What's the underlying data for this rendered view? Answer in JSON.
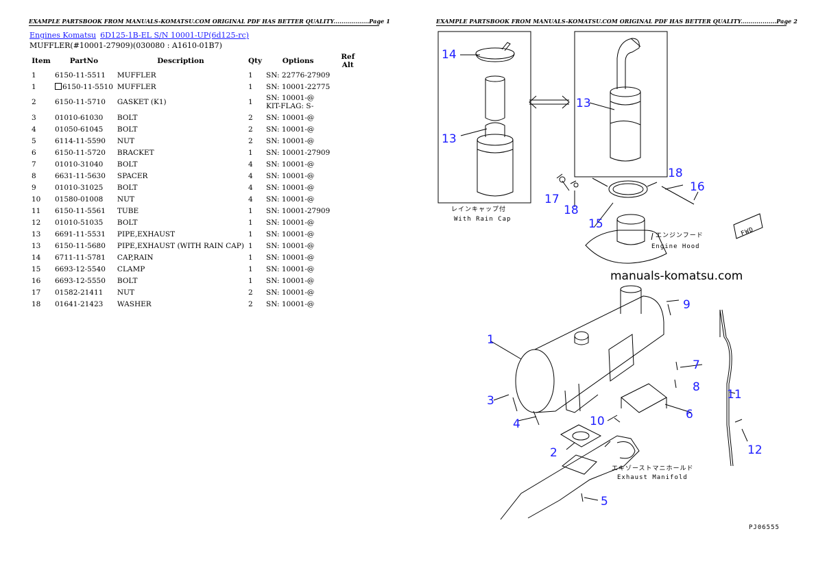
{
  "header_left": "EXAMPLE PARTSBOOK FROM MANUALS-KOMATSU.COM ORIGINAL PDF HAS BETTER QUALITY..................Page 1",
  "header_right": "EXAMPLE PARTSBOOK FROM MANUALS-KOMATSU.COM ORIGINAL PDF HAS BETTER QUALITY..................Page 2",
  "breadcrumb": {
    "link1": "Engines Komatsu",
    "link2": "6D125-1B-EL S/N 10001-UP(6d125-rc)"
  },
  "subtitle": "MUFFLER(#10001-27909)(030080 : A1610-01B7)",
  "table": {
    "headers": {
      "item": "Item",
      "partno": "PartNo",
      "description": "Description",
      "qty": "Qty",
      "options": "Options",
      "refalt": "Ref Alt"
    },
    "rows": [
      {
        "item": "1",
        "partno": "6150-11-5511",
        "description": "MUFFLER",
        "qty": "1",
        "options": "SN: 22776-27909",
        "options2": ""
      },
      {
        "item": "1",
        "partno": "6150-11-5510",
        "description": "MUFFLER",
        "qty": "1",
        "options": "SN: 10001-22775",
        "options2": ""
      },
      {
        "item": "2",
        "partno": "6150-11-5710",
        "description": "GASKET (K1)",
        "qty": "1",
        "options": "SN: 10001-@",
        "options2": "KIT-FLAG: S-"
      },
      {
        "item": "3",
        "partno": "01010-61030",
        "description": "BOLT",
        "qty": "2",
        "options": "SN: 10001-@",
        "options2": ""
      },
      {
        "item": "4",
        "partno": "01050-61045",
        "description": "BOLT",
        "qty": "2",
        "options": "SN: 10001-@",
        "options2": ""
      },
      {
        "item": "5",
        "partno": "6114-11-5590",
        "description": "NUT",
        "qty": "2",
        "options": "SN: 10001-@",
        "options2": ""
      },
      {
        "item": "6",
        "partno": "6150-11-5720",
        "description": "BRACKET",
        "qty": "1",
        "options": "SN: 10001-27909",
        "options2": ""
      },
      {
        "item": "7",
        "partno": "01010-31040",
        "description": "BOLT",
        "qty": "4",
        "options": "SN: 10001-@",
        "options2": ""
      },
      {
        "item": "8",
        "partno": "6631-11-5630",
        "description": "SPACER",
        "qty": "4",
        "options": "SN: 10001-@",
        "options2": ""
      },
      {
        "item": "9",
        "partno": "01010-31025",
        "description": "BOLT",
        "qty": "4",
        "options": "SN: 10001-@",
        "options2": ""
      },
      {
        "item": "10",
        "partno": "01580-01008",
        "description": "NUT",
        "qty": "4",
        "options": "SN: 10001-@",
        "options2": ""
      },
      {
        "item": "11",
        "partno": "6150-11-5561",
        "description": "TUBE",
        "qty": "1",
        "options": "SN: 10001-27909",
        "options2": ""
      },
      {
        "item": "12",
        "partno": "01010-51035",
        "description": "BOLT",
        "qty": "1",
        "options": "SN: 10001-@",
        "options2": ""
      },
      {
        "item": "13",
        "partno": "6691-11-5531",
        "description": "PIPE,EXHAUST",
        "qty": "1",
        "options": "SN: 10001-@",
        "options2": ""
      },
      {
        "item": "13",
        "partno": "6150-11-5680",
        "description": "PIPE,EXHAUST (WITH RAIN CAP)",
        "qty": "1",
        "options": "SN: 10001-@",
        "options2": ""
      },
      {
        "item": "14",
        "partno": "6711-11-5781",
        "description": "CAP,RAIN",
        "qty": "1",
        "options": "SN: 10001-@",
        "options2": ""
      },
      {
        "item": "15",
        "partno": "6693-12-5540",
        "description": "CLAMP",
        "qty": "1",
        "options": "SN: 10001-@",
        "options2": ""
      },
      {
        "item": "16",
        "partno": "6693-12-5550",
        "description": "BOLT",
        "qty": "1",
        "options": "SN: 10001-@",
        "options2": ""
      },
      {
        "item": "17",
        "partno": "01582-21411",
        "description": "NUT",
        "qty": "2",
        "options": "SN: 10001-@",
        "options2": ""
      },
      {
        "item": "18",
        "partno": "01641-21423",
        "description": "WASHER",
        "qty": "2",
        "options": "SN: 10001-@",
        "options2": ""
      }
    ]
  },
  "diagram": {
    "callouts": [
      "14",
      "13",
      "13",
      "15",
      "17",
      "18",
      "18",
      "16",
      "9",
      "1",
      "7",
      "8",
      "3",
      "6",
      "4",
      "10",
      "11",
      "2",
      "12",
      "5"
    ],
    "jp_raincap": "レインキャップ付",
    "raincap_label": "With Rain Cap",
    "jp_hood": "エンジンフード",
    "hood_label": "Engine Hood",
    "jp_manifold": "エキゾーストマニホールド",
    "manifold_label": "Exhaust Manifold",
    "fwd_label": "FWD",
    "watermark": "manuals-komatsu.com",
    "figure_code": "PJ06555"
  }
}
